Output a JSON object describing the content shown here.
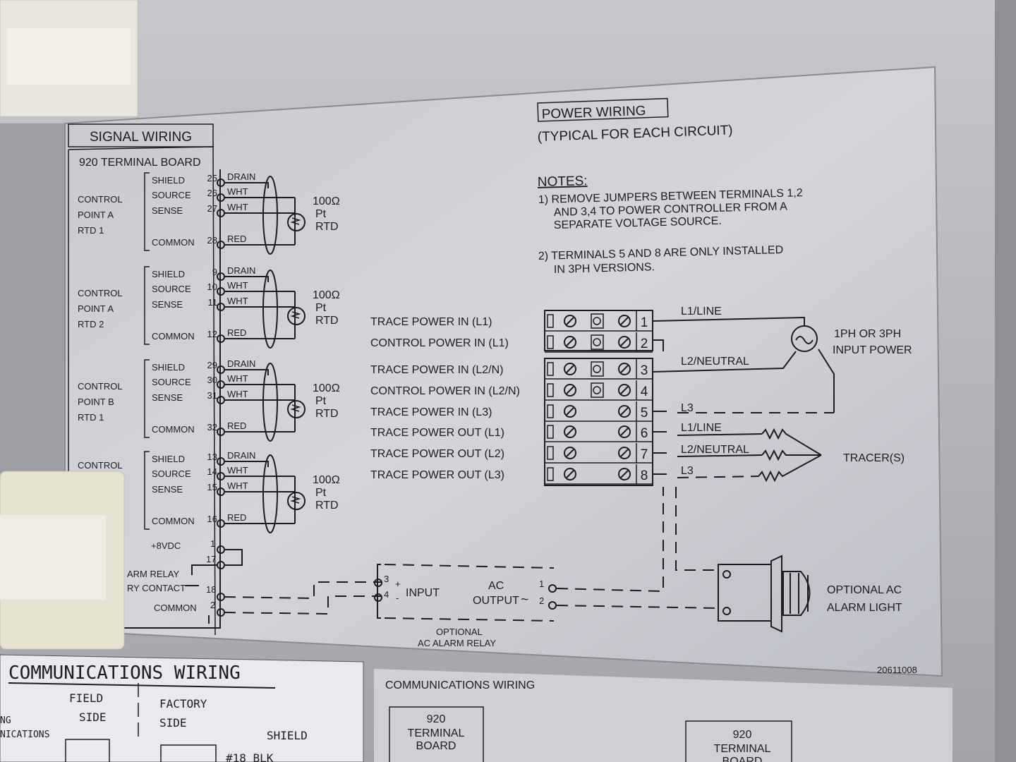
{
  "signal_wiring": {
    "title": "SIGNAL WIRING",
    "board": "920 TERMINAL BOARD",
    "rtd_label": [
      "100Ω",
      "Pt",
      "RTD"
    ],
    "blocks": [
      {
        "label": [
          "CONTROL",
          "POINT A",
          "RTD 1"
        ],
        "terminals": [
          {
            "name": "SHIELD",
            "num": "25",
            "wire": "DRAIN"
          },
          {
            "name": "SOURCE",
            "num": "26",
            "wire": "WHT"
          },
          {
            "name": "SENSE",
            "num": "27",
            "wire": "WHT"
          },
          {
            "name": "COMMON",
            "num": "28",
            "wire": "RED"
          }
        ]
      },
      {
        "label": [
          "CONTROL",
          "POINT A",
          "RTD 2"
        ],
        "terminals": [
          {
            "name": "SHIELD",
            "num": "9",
            "wire": "DRAIN"
          },
          {
            "name": "SOURCE",
            "num": "10",
            "wire": "WHT"
          },
          {
            "name": "SENSE",
            "num": "11",
            "wire": "WHT"
          },
          {
            "name": "COMMON",
            "num": "12",
            "wire": "RED"
          }
        ]
      },
      {
        "label": [
          "CONTROL",
          "POINT B",
          "RTD 1"
        ],
        "terminals": [
          {
            "name": "SHIELD",
            "num": "29",
            "wire": "DRAIN"
          },
          {
            "name": "SOURCE",
            "num": "30",
            "wire": "WHT"
          },
          {
            "name": "SENSE",
            "num": "31",
            "wire": "WHT"
          },
          {
            "name": "COMMON",
            "num": "32",
            "wire": "RED"
          }
        ]
      },
      {
        "label": [
          "CONTROL"
        ],
        "terminals": [
          {
            "name": "SHIELD",
            "num": "13",
            "wire": "DRAIN"
          },
          {
            "name": "SOURCE",
            "num": "14",
            "wire": "WHT"
          },
          {
            "name": "SENSE",
            "num": "15",
            "wire": "WHT"
          },
          {
            "name": "COMMON",
            "num": "16",
            "wire": "RED"
          }
        ]
      }
    ],
    "alarm": {
      "vdc": "+8VDC",
      "t1": "1",
      "t17": "17",
      "t18": "18",
      "t2": "2",
      "relay_line1": "ARM RELAY",
      "relay_line2": "RY CONTACT",
      "common": "COMMON"
    }
  },
  "relay": {
    "in_plus_num": "3",
    "in_minus_num": "4",
    "plus": "+",
    "minus": "-",
    "input": "INPUT",
    "ac": "AC",
    "output": "OUTPUT",
    "tilde": "~",
    "out1": "1",
    "out2": "2",
    "caption1": "OPTIONAL",
    "caption2": "AC ALARM RELAY"
  },
  "power_wiring": {
    "title": "POWER WIRING",
    "subtitle": "(TYPICAL FOR EACH CIRCUIT)",
    "notes_heading": "NOTES:",
    "notes": [
      "1) REMOVE JUMPERS BETWEEN TERMINALS 1,2",
      "AND 3,4 TO POWER CONTROLLER FROM A",
      "SEPARATE VOLTAGE SOURCE.",
      "2) TERMINALS 5 AND 8 ARE ONLY INSTALLED",
      "IN 3PH VERSIONS."
    ],
    "rows": [
      {
        "label": "TRACE POWER IN (L1)",
        "num": "1"
      },
      {
        "label": "CONTROL POWER IN (L1)",
        "num": "2"
      },
      {
        "label": "TRACE POWER IN (L2/N)",
        "num": "3"
      },
      {
        "label": "CONTROL POWER IN (L2/N)",
        "num": "4"
      },
      {
        "label": "TRACE POWER IN (L3)",
        "num": "5"
      },
      {
        "label": "TRACE POWER OUT (L1)",
        "num": "6"
      },
      {
        "label": "TRACE POWER OUT (L2)",
        "num": "7"
      },
      {
        "label": "TRACE POWER OUT (L3)",
        "num": "8"
      }
    ],
    "line_labels": {
      "in_l1": "L1/LINE",
      "in_l2": "L2/NEUTRAL",
      "in_l3": "L3",
      "out_l1": "L1/LINE",
      "out_l2": "L2/NEUTRAL",
      "out_l3": "L3"
    },
    "input_power": [
      "1PH OR 3PH",
      "INPUT POWER"
    ],
    "tracers": "TRACER(S)",
    "alarm_light": [
      "OPTIONAL AC",
      "ALARM LIGHT"
    ],
    "part_number": "20611008"
  },
  "comms_left": {
    "title": "COMMUNICATIONS WIRING",
    "field": [
      "FIELD",
      "SIDE"
    ],
    "factory": [
      "FACTORY",
      "SIDE"
    ],
    "side_text": [
      "NG",
      "NICATIONS"
    ],
    "shield": "SHIELD",
    "wire": "#18 BLK"
  },
  "comms_right": {
    "title": "COMMUNICATIONS WIRING",
    "board": [
      "920",
      "TERMINAL",
      "BOARD"
    ]
  }
}
